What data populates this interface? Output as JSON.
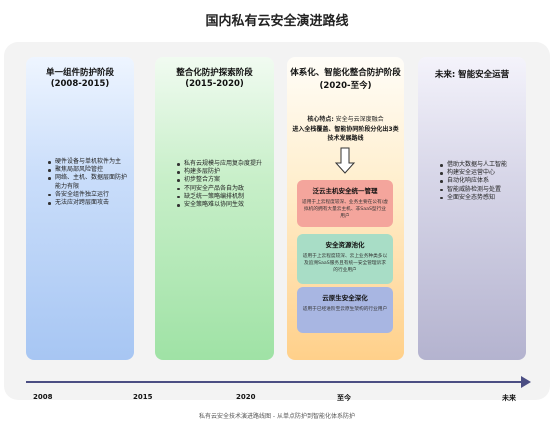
{
  "title": "国内私有云安全演进路线",
  "stages": [
    {
      "title": "单一组件防护阶段",
      "period": "(2008-2015)",
      "items": [
        "硬件设备与单机软件为主",
        "聚焦局部风险管控",
        "网络、主机、数据层面防护能力有限",
        "各安全组件独立运行",
        "无法应对跨层面攻击"
      ]
    },
    {
      "title": "整合化防护探索阶段",
      "period": "(2015-2020)",
      "items": [
        "私有云规模与应用复杂度提升",
        "构建多层防护",
        "初步整合方案",
        "不同安全产品各自为政",
        "缺乏统一策略编排机制",
        "安全策略难以协同生效"
      ]
    },
    {
      "title": "体系化、智能化整合防护阶段",
      "period": "(2020-至今)",
      "core_label": "核心特点:",
      "core_text": "安全与云深度融合",
      "core_highlight": "进入全栈覆盖、智能协同阶段分化出3类技术发展路线",
      "boxes": [
        {
          "title": "泛云主机安全统一管理",
          "desc": "适用于上云程度较深、业务主要在公有/虚拟机的拥有大量云主机、非SaaS型行业用户"
        },
        {
          "title": "安全资源池化",
          "desc": "适用于上云程度较深、云上业务种类多以及追溯SaaS服务且有统一安全管理诉求的行业用户"
        },
        {
          "title": "云原生安全深化",
          "desc": "适用于已经进阶至云原生架构的行业用户"
        }
      ]
    },
    {
      "title": "未来: 智能安全运营",
      "items": [
        "借助大数据与人工智能",
        "构建安全运营中心",
        "自动化响应体系",
        "智能威胁检测与处置",
        "全面安全态势感知"
      ]
    }
  ],
  "timeline": {
    "labels": [
      "2008",
      "2015",
      "2020",
      "至今",
      "未来"
    ]
  },
  "footer": "私有云安全技术演进路线图 - 从单点防护到智能化体系防护",
  "colors": {
    "stage1": "#a7c6f3",
    "stage2": "#9fe2a5",
    "stage3": "#ffd08a",
    "stage4": "#b4b3cf",
    "box1": "#f4a59c",
    "box2": "#a8ddc6",
    "box3": "#a8b6e2",
    "timeline": "#4b4e83"
  }
}
